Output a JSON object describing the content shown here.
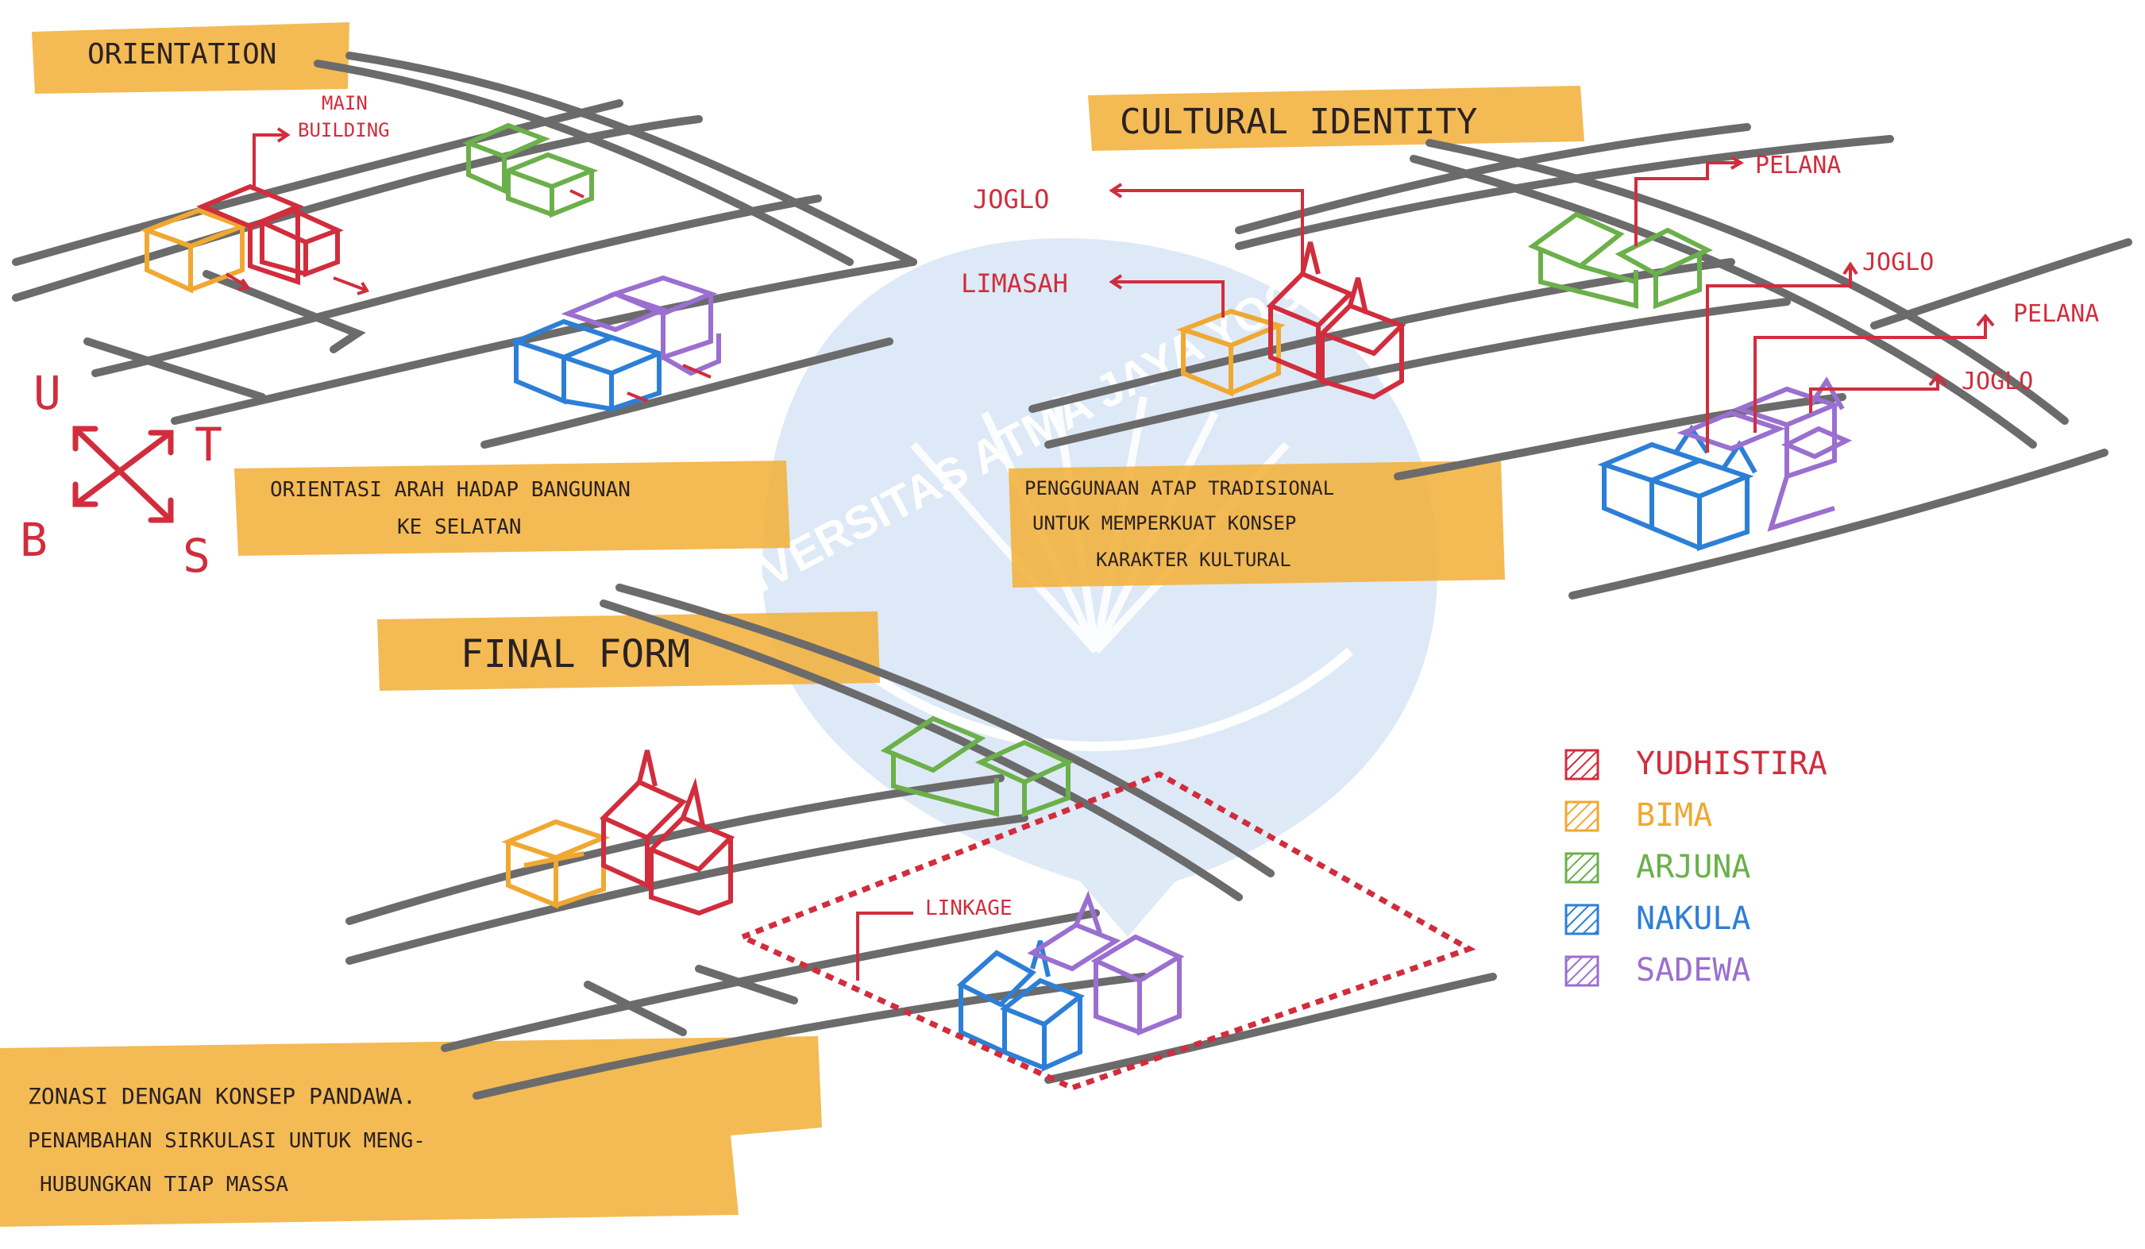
{
  "panels": {
    "orientation": {
      "title": "ORIENTATION",
      "main_building": [
        "MAIN",
        "BUILDING"
      ],
      "compass": {
        "u": "U",
        "t": "T",
        "b": "B",
        "s": "S"
      },
      "caption": [
        "ORIENTASI ARAH HADAP BANGUNAN",
        "KE SELATAN"
      ]
    },
    "cultural_identity": {
      "title": "CULTURAL IDENTITY",
      "labels": {
        "joglo_left": "JOGLO",
        "limasan": "LIMASAH",
        "pelana_top": "PELANA",
        "joglo_right_1": "JOGLO",
        "pelana_right": "PELANA",
        "joglo_right_2": "JOGLO"
      },
      "caption": [
        "PENGGUNAAN ATAP TRADISIONAL",
        "UNTUK MEMPERKUAT KONSEP",
        "KARAKTER KULTURAL"
      ]
    },
    "final_form": {
      "title": "FINAL FORM",
      "linkage": "LINKAGE",
      "caption": [
        "ZONASI DENGAN KONSEP PANDAWA.",
        "PENAMBAHAN SIRKULASI UNTUK MENG-",
        "HUBUNGKAN TIAP MASSA"
      ]
    }
  },
  "legend": [
    {
      "label": "YUDHISTIRA",
      "color": "#d12d3d"
    },
    {
      "label": "BIMA",
      "color": "#f0a832"
    },
    {
      "label": "ARJUNA",
      "color": "#6bb04a"
    },
    {
      "label": "NAKULA",
      "color": "#2d7fd6"
    },
    {
      "label": "SADEWA",
      "color": "#9a6fd0"
    }
  ],
  "watermark": "UNIVERSITAS ATMA JAYA YOGYAKARTA"
}
